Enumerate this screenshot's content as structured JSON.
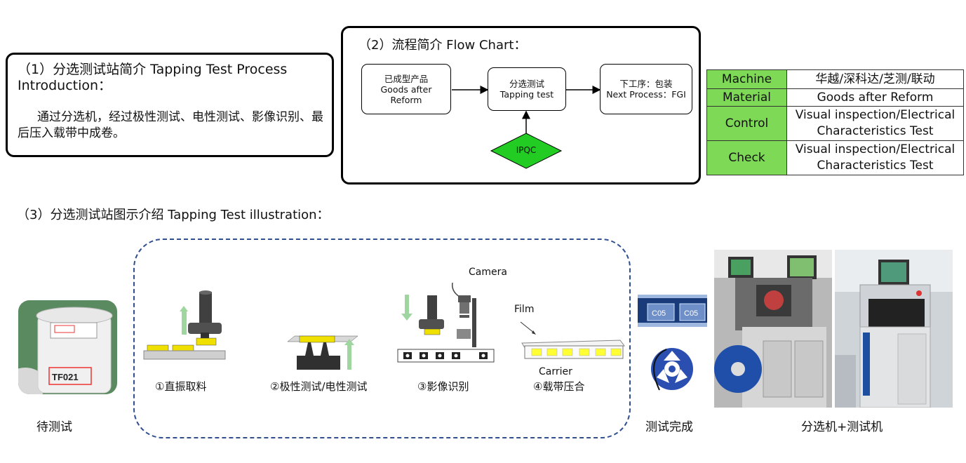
{
  "intro": {
    "title": "（1）分选测试站简介 Tapping Test Process Introduction：",
    "body": "通过分选机，经过极性测试、电性测试、影像识别、最后压入载带中成卷。"
  },
  "flow": {
    "title": "（2）流程简介 Flow Chart：",
    "box1": [
      "已成型产品",
      "Goods  after",
      "Reform"
    ],
    "box2": [
      "分选测试",
      "Tapping test"
    ],
    "box3": [
      "下工序：包装",
      "Next Process：FGI"
    ],
    "diamond": "IPQC"
  },
  "info_table": [
    {
      "key": "Machine",
      "value": "华越/深科达/芝测/联动"
    },
    {
      "key": "Material",
      "value": "Goods  after Reform"
    },
    {
      "key": "Control",
      "value": "Visual inspection/Electrical Characteristics Test"
    },
    {
      "key": "Check",
      "value": "Visual inspection/Electrical Characteristics Test"
    }
  ],
  "illus": {
    "title": "（3）分选测试站图示介绍 Tapping Test illustration：",
    "jar_label": "TF021",
    "pending": "待测试",
    "step1": "①直振取料",
    "step2": "②极性测试/电性测试",
    "step3": "③影像识别",
    "step4": "④载带压合",
    "camera": "Camera",
    "film": "Film",
    "carrier": "Carrier",
    "done": "测试完成",
    "machines": "分选机+测试机",
    "reel_text": "C05"
  },
  "colors": {
    "accent_green": "#7ed957",
    "yellow": "#ffff00",
    "flow_green": "#22cc22",
    "dashed_border": "#2f4f8f"
  }
}
